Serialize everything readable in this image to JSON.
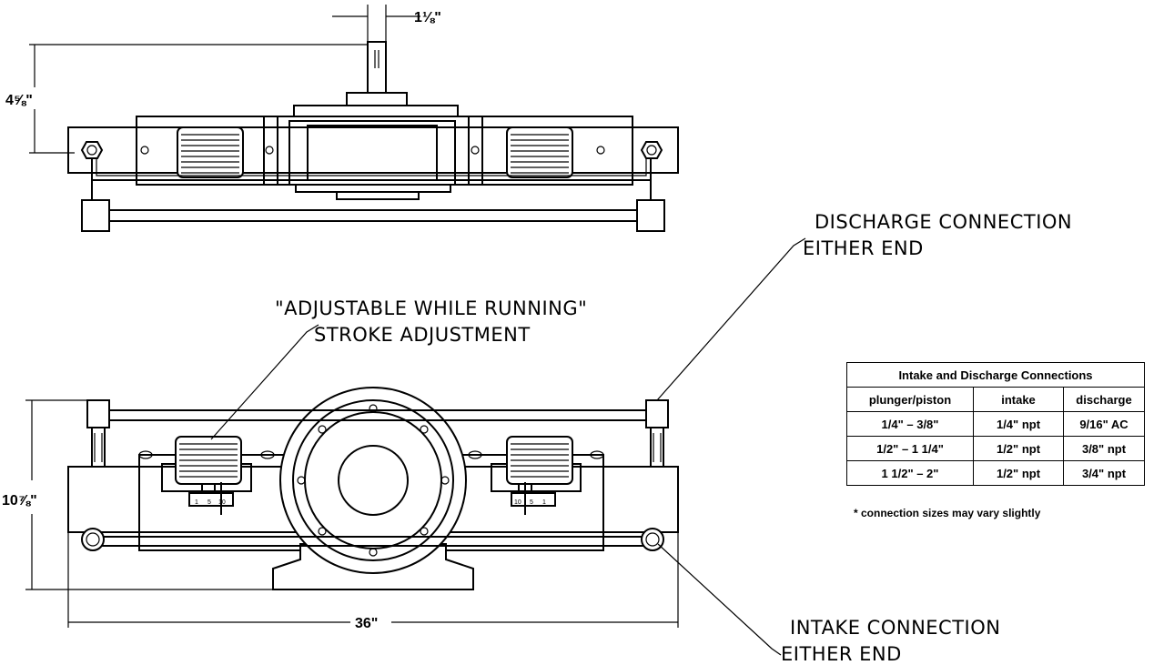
{
  "dimensions": {
    "shaft_width": "1⅛\"",
    "top_height": "4⅝\"",
    "overall_height": "10⅞\"",
    "overall_length": "36\""
  },
  "callouts": {
    "discharge_line1": "DISCHARGE CONNECTION",
    "discharge_line2": "EITHER END",
    "stroke_line1": "\"ADJUSTABLE WHILE RUNNING\"",
    "stroke_line2": "STROKE ADJUSTMENT",
    "intake_line1": "INTAKE CONNECTION",
    "intake_line2": "EITHER END"
  },
  "dial_scale": {
    "left_marks": [
      "1",
      "5",
      "10"
    ],
    "right_marks": [
      "10",
      "5",
      "1"
    ]
  },
  "connections_table": {
    "title": "Intake and Discharge Connections",
    "headers": [
      "plunger/piston",
      "intake",
      "discharge"
    ],
    "rows": [
      [
        "1/4\" – 3/8\"",
        "1/4\" npt",
        "9/16\" AC"
      ],
      [
        "1/2\" – 1 1/4\"",
        "1/2\" npt",
        "3/8\" npt"
      ],
      [
        "1 1/2\" – 2\"",
        "1/2\" npt",
        "3/4\" npt"
      ]
    ],
    "footnote": "* connection sizes may vary slightly"
  }
}
